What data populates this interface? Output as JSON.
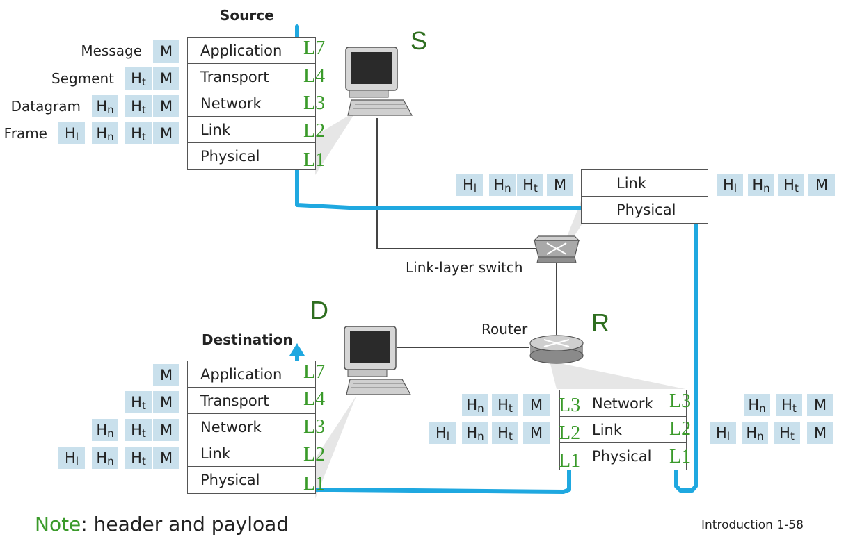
{
  "source": {
    "title": "Source",
    "host_letter": "S"
  },
  "destination": {
    "title": "Destination",
    "host_letter": "D"
  },
  "router": {
    "label": "Router",
    "letter": "R"
  },
  "switch": {
    "label": "Link-layer switch"
  },
  "layers": {
    "application": "Application",
    "transport": "Transport",
    "network": "Network",
    "link": "Link",
    "physical": "Physical"
  },
  "pdu_names": {
    "message": "Message",
    "segment": "Segment",
    "datagram": "Datagram",
    "frame": "Frame"
  },
  "headers": {
    "payload": "M",
    "h_prefix": "H",
    "link_sub": "l",
    "network_sub": "n",
    "transport_sub": "t"
  },
  "layer_numbers": {
    "l7": "L7",
    "l4": "L4",
    "l3": "L3",
    "l2": "L2",
    "l1": "L1"
  },
  "note": {
    "label": "Note",
    "colon": ":",
    "text": "header and payload"
  },
  "footer": {
    "page": "Introduction 1-58"
  },
  "colors": {
    "path": "#1fa8e0",
    "header_box": "#c9e0ec",
    "layer_number": "#3a9a2a",
    "letter": "#2e6e1f"
  }
}
